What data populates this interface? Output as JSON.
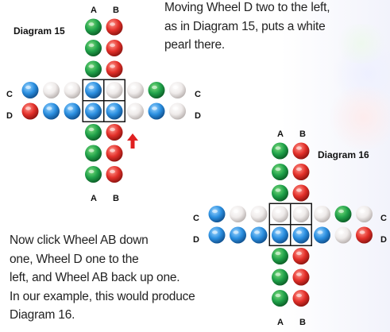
{
  "diagram15": {
    "title": "Diagram 15",
    "wheel_labels": {
      "top_a": "A",
      "top_b": "B",
      "bottom_a": "A",
      "bottom_b": "B",
      "left_c": "C",
      "right_c": "C",
      "left_d": "D",
      "right_d": "D"
    },
    "column_a": [
      "green",
      "green",
      "green",
      "blue",
      "blue",
      "green",
      "green",
      "green"
    ],
    "column_b": [
      "red",
      "red",
      "red",
      "white",
      "blue",
      "red",
      "red",
      "red"
    ],
    "row_c": [
      "blue",
      "white",
      "white",
      "blue",
      "white",
      "white",
      "green",
      "white"
    ],
    "row_d": [
      "red",
      "blue",
      "blue",
      "blue",
      "blue",
      "white",
      "blue",
      "white"
    ],
    "arrow_color": "#e02020"
  },
  "diagram16": {
    "title": "Diagram 16",
    "wheel_labels": {
      "top_a": "A",
      "top_b": "B",
      "bottom_a": "A",
      "bottom_b": "B",
      "left_c": "C",
      "right_c": "C",
      "left_d": "D",
      "right_d": "D"
    },
    "column_a": [
      "green",
      "green",
      "green",
      "white",
      "blue",
      "green",
      "green",
      "green"
    ],
    "column_b": [
      "red",
      "red",
      "red",
      "white",
      "blue",
      "red",
      "red",
      "red"
    ],
    "row_c": [
      "blue",
      "white",
      "white",
      "white",
      "white",
      "white",
      "green",
      "white"
    ],
    "row_d": [
      "blue",
      "blue",
      "blue",
      "blue",
      "blue",
      "blue",
      "white",
      "red"
    ]
  },
  "text_top": [
    "Moving Wheel D two to the left,",
    "as in Diagram 15, puts a white",
    "pearl there."
  ],
  "text_bottom": [
    "Now click Wheel AB down",
    "one,  Wheel D one to the",
    "left, and Wheel AB back up one.",
    "In our example, this would produce",
    "Diagram 16."
  ],
  "colors": {
    "red": [
      "#ff9a90",
      "#e3302a",
      "#8e1410"
    ],
    "green": [
      "#7fdc7e",
      "#20a24a",
      "#0c5e26"
    ],
    "blue": [
      "#9ed6ff",
      "#2b8fe0",
      "#10508e"
    ],
    "white": [
      "#ffffff",
      "#efebea",
      "#b9b2b0"
    ]
  }
}
